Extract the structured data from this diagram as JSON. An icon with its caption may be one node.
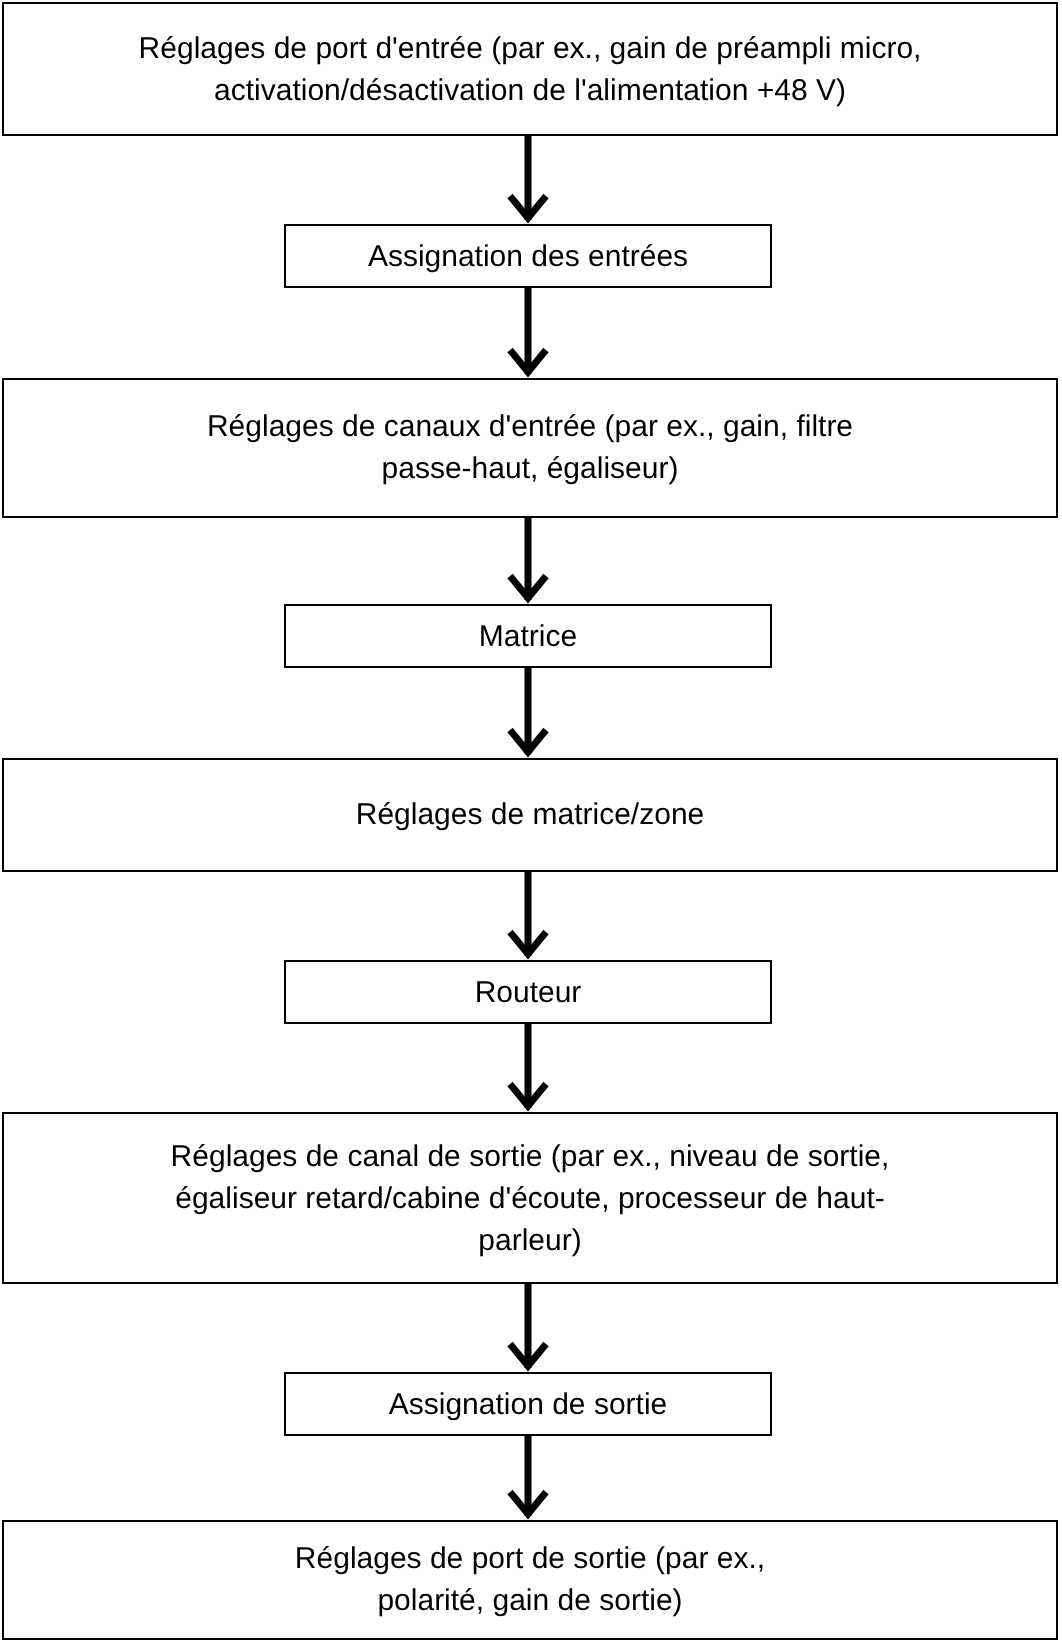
{
  "diagram": {
    "nodes": [
      {
        "text": [
          "Réglages de port d'entrée (par ex., gain de préampli micro, activation/désactivation de l'alimentation +48 V)"
        ]
      },
      {
        "text": [
          "Assignation des entrées"
        ]
      },
      {
        "text": [
          "Réglages de canaux d'entrée (par ex., gain, filtre passe-haut, égaliseur)"
        ]
      },
      {
        "text": [
          "Matrice"
        ]
      },
      {
        "text": [
          "Réglages de matrice/zone"
        ]
      },
      {
        "text": [
          "Routeur"
        ]
      },
      {
        "text": [
          "Réglages de canal de sortie (par ex., niveau de sortie, égaliseur retard/cabine d'écoute, processeur de haut-parleur)"
        ]
      },
      {
        "text": [
          "Assignation de sortie"
        ]
      },
      {
        "text": [
          "Réglages de port de sortie (par ex., polarité, gain de sortie)"
        ]
      }
    ],
    "edges": [
      {
        "from": 0,
        "to": 1,
        "arrow": "to"
      },
      {
        "from": 1,
        "to": 2,
        "arrow": "to"
      },
      {
        "from": 2,
        "to": 3,
        "arrow": "to"
      },
      {
        "from": 3,
        "to": 4,
        "arrow": "to"
      },
      {
        "from": 4,
        "to": 5,
        "arrow": "to"
      },
      {
        "from": 5,
        "to": 6,
        "arrow": "to"
      },
      {
        "from": 6,
        "to": 7,
        "arrow": "to"
      },
      {
        "from": 7,
        "to": 8,
        "arrow": "to"
      }
    ]
  }
}
